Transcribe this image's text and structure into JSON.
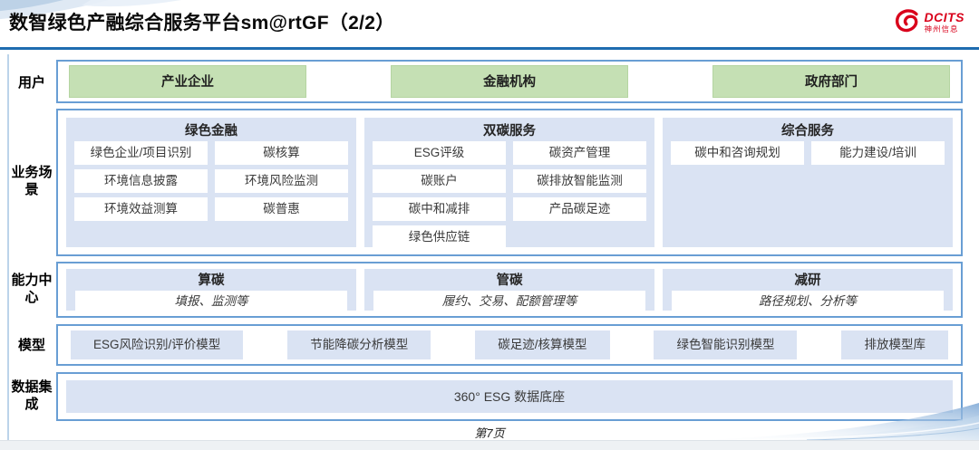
{
  "header": {
    "title": "数智绿色产融综合服务平台sm@rtGF（2/2）",
    "logo": {
      "brand": "DCITS",
      "subbrand": "神州信息"
    }
  },
  "rows": {
    "users": {
      "label": "用户",
      "items": [
        "产业企业",
        "金融机构",
        "政府部门"
      ]
    },
    "scenarios": {
      "label": "业务场景",
      "columns": [
        {
          "title": "绿色金融",
          "items": [
            "绿色企业/项目识别",
            "碳核算",
            "环境信息披露",
            "环境风险监测",
            "环境效益测算",
            "碳普惠"
          ]
        },
        {
          "title": "双碳服务",
          "items": [
            "ESG评级",
            "碳资产管理",
            "碳账户",
            "碳排放智能监测",
            "碳中和减排",
            "产品碳足迹",
            "绿色供应链"
          ]
        },
        {
          "title": "综合服务",
          "items": [
            "碳中和咨询规划",
            "能力建设/培训"
          ]
        }
      ]
    },
    "capability": {
      "label": "能力中心",
      "cards": [
        {
          "title": "算碳",
          "desc": "填报、监测等"
        },
        {
          "title": "管碳",
          "desc": "履约、交易、配额管理等"
        },
        {
          "title": "减研",
          "desc": "路径规划、分析等"
        }
      ]
    },
    "models": {
      "label": "模型",
      "items": [
        "ESG风险识别/评价模型",
        "节能降碳分析模型",
        "碳足迹/核算模型",
        "绿色智能识别模型",
        "排放模型库"
      ]
    },
    "data": {
      "label": "数据集成",
      "items": [
        "360° ESG 数据底座"
      ]
    }
  },
  "footer": {
    "page": "第7页"
  },
  "colors": {
    "header_line_blue": "#1e6cb0",
    "container_border_blue": "#699ed4",
    "light_blue_fill": "#dae3f3",
    "green_fill": "#c5e0b4",
    "brand_red": "#d9001b"
  }
}
